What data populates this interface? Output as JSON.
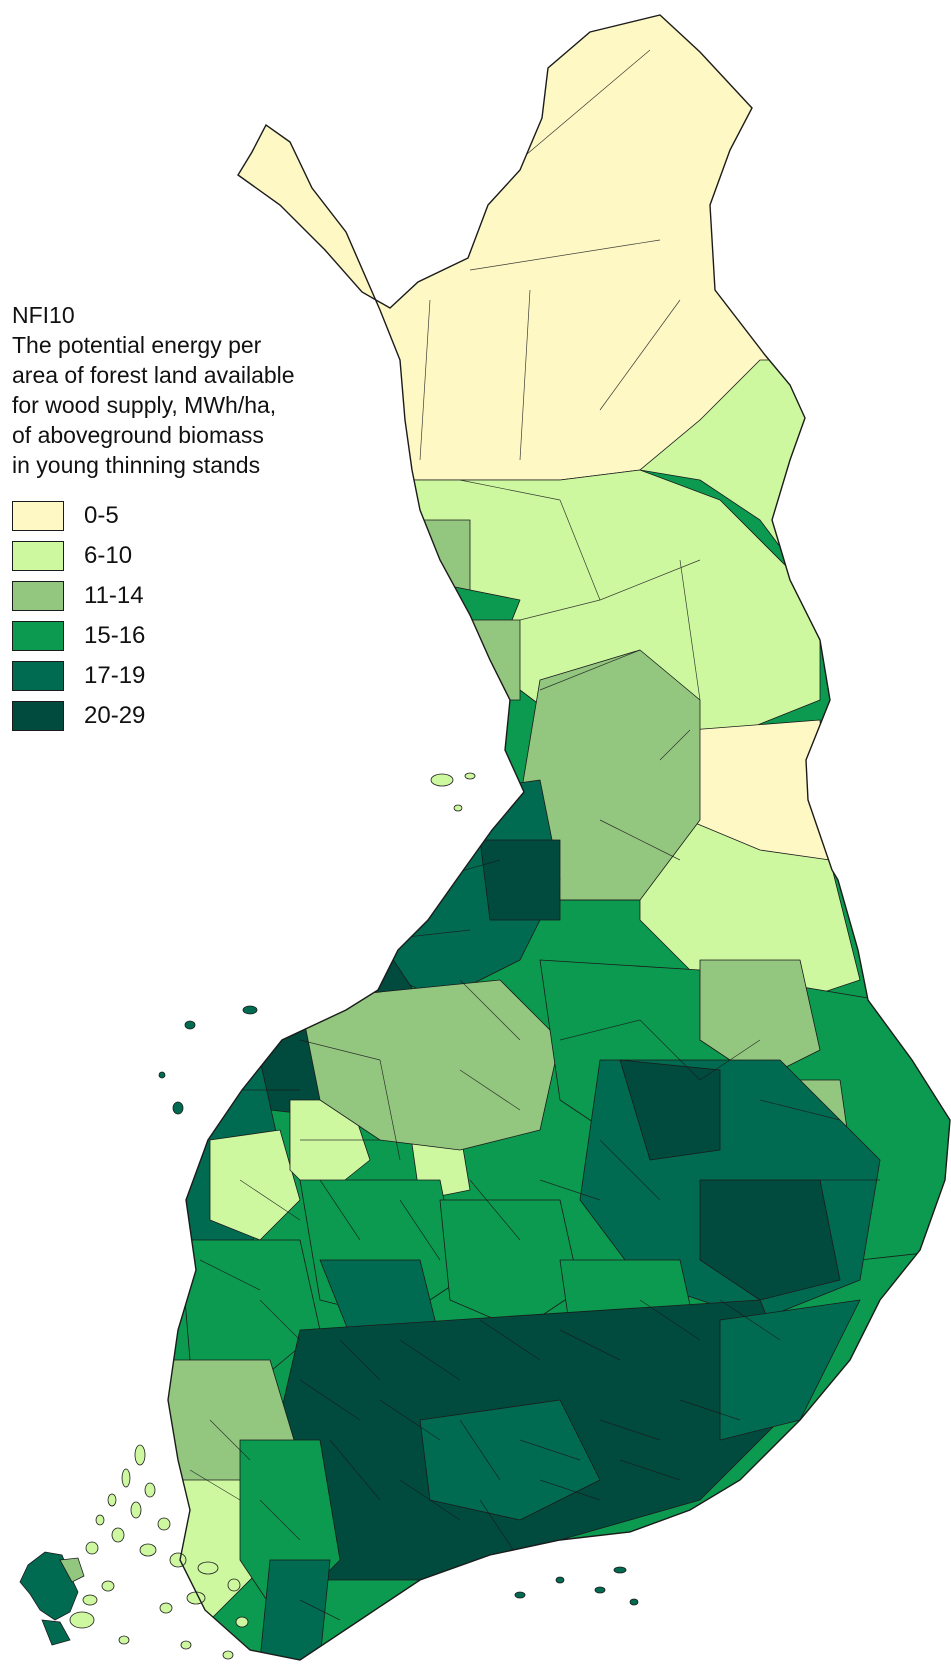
{
  "legend": {
    "title_lines": [
      "NFI10",
      "The potential energy per",
      "area of forest land available",
      "for wood supply, MWh/ha,",
      "of aboveground biomass",
      "in young thinning stands"
    ],
    "classes": [
      {
        "label": "0-5",
        "color": "#fdf8c4"
      },
      {
        "label": "6-10",
        "color": "#cdf8a0"
      },
      {
        "label": "11-14",
        "color": "#93c67f"
      },
      {
        "label": "15-16",
        "color": "#0b9a4f"
      },
      {
        "label": "17-19",
        "color": "#006b51"
      },
      {
        "label": "20-29",
        "color": "#004a3e"
      }
    ]
  },
  "map": {
    "outline_color": "#1b1b1b"
  }
}
